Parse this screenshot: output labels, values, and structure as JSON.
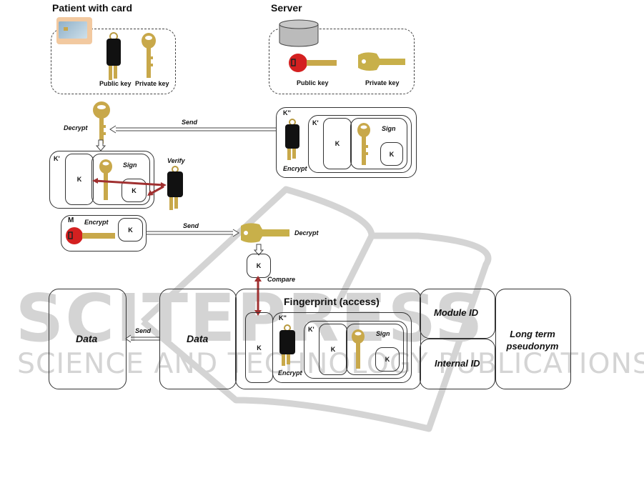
{
  "watermark": {
    "brand": "SCITEPRESS",
    "tagline": "SCIENCE AND TECHNOLOGY PUBLICATIONS"
  },
  "colors": {
    "line": "#333333",
    "verify_arrow": "#a03030",
    "watermark": "#d4d4d4",
    "black_key": "#111111",
    "red_key": "#d42020",
    "gold_key": "#c8a84a"
  },
  "patient": {
    "title": "Patient with card",
    "public_key_label": "Public key",
    "private_key_label": "Private key"
  },
  "server": {
    "title": "Server",
    "public_key_label": "Public key",
    "private_key_label": "Private key"
  },
  "server_package": {
    "outer_label": "K''",
    "encrypt_label": "Encrypt",
    "inner_label": "K'",
    "k_label": "K",
    "sign_label": "Sign",
    "signed_k_label": "K"
  },
  "flow": {
    "send_1": "Send",
    "decrypt_1": "Decrypt",
    "verify": "Verify",
    "send_2": "Send",
    "decrypt_2": "Decrypt",
    "compare": "Compare",
    "send_3": "Send"
  },
  "patient_package": {
    "inner_label": "K'",
    "k_label": "K",
    "sign_label": "Sign",
    "signed_k_label": "K"
  },
  "message": {
    "label": "M",
    "encrypt_label": "Encrypt",
    "k_label": "K"
  },
  "decrypted_k": "K",
  "card_storage": {
    "data_left": "Data",
    "data_right": "Data",
    "fingerprint_title": "Fingerprint (access)",
    "fp_k": "K",
    "fp_outer_label": "K''",
    "fp_encrypt_label": "Encrypt",
    "fp_inner_label": "K'",
    "fp_inner_k": "K",
    "fp_sign_label": "Sign",
    "fp_signed_k": "K",
    "module_id": "Module ID",
    "internal_id": "Internal ID",
    "long_term_pseudonym": "Long term pseudonym"
  }
}
